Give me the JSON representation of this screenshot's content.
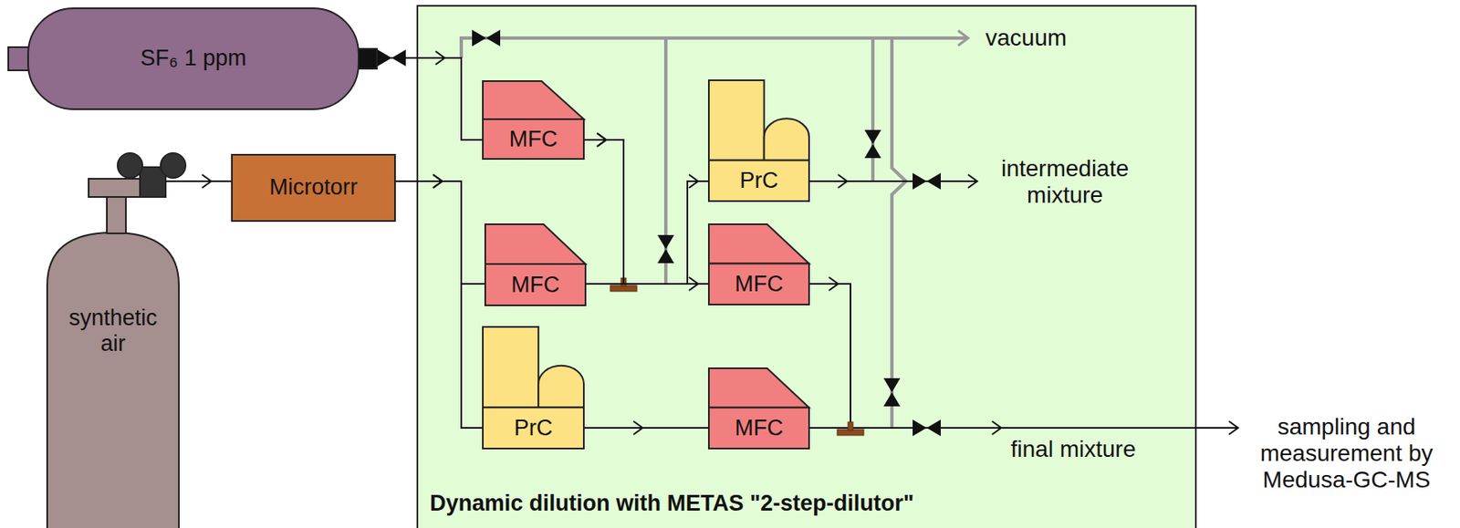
{
  "diagram": {
    "nodes": [
      {
        "text": [
          "SF₆ 1 ppm"
        ]
      },
      {
        "text": [
          "synthetic air"
        ]
      },
      {
        "text": [
          "Microtorr"
        ]
      },
      {
        "text": [
          "Dynamic dilution with METAS \"2-step-dilutor\""
        ]
      },
      {
        "text": [
          "MFC"
        ],
        "in": 3
      },
      {
        "text": [
          "MFC"
        ],
        "in": 3
      },
      {
        "text": [
          "PrC"
        ],
        "in": 3
      },
      {
        "text": [
          "MFC"
        ],
        "in": 3
      },
      {
        "text": [
          "PrC"
        ],
        "in": 3
      },
      {
        "text": [
          "MFC"
        ],
        "in": 3
      }
    ],
    "edges": [
      {
        "from": 0,
        "to": 4,
        "arrow": "to"
      },
      {
        "from": 1,
        "to": 2,
        "arrow": "to"
      },
      {
        "from": 2,
        "to": 5,
        "arrow": "to"
      },
      {
        "from": 2,
        "to": 8,
        "arrow": "to"
      },
      {
        "from": 4,
        "to": 6,
        "arrow": "to"
      },
      {
        "from": 4,
        "to": 7,
        "arrow": "to"
      },
      {
        "from": 5,
        "to": 6,
        "arrow": "to"
      },
      {
        "from": 5,
        "to": 7,
        "arrow": "to"
      },
      {
        "from": 8,
        "to": 9,
        "arrow": "to"
      }
    ],
    "labels": [
      "vacuum",
      "intermediate mixture",
      "final mixture",
      "sampling and measurement by Medusa-GC-MS"
    ]
  }
}
